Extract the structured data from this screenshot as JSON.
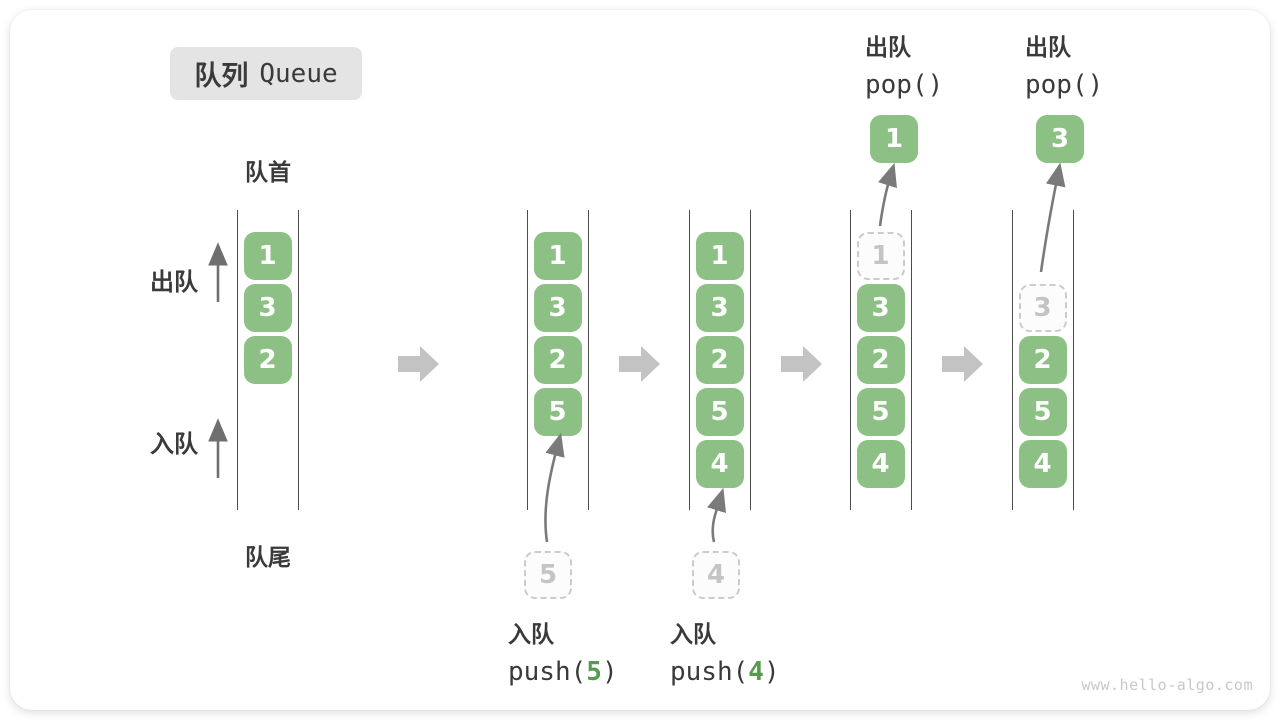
{
  "title": {
    "zh": "队列",
    "en": "Queue"
  },
  "axis": {
    "front": "队首",
    "rear": "队尾"
  },
  "side": {
    "dequeue": "出队",
    "enqueue": "入队"
  },
  "colors": {
    "box_green": "#8dc084",
    "accent_green": "#569b4d",
    "block_arrow_gray": "#c3c3c3",
    "curve_arrow_gray": "#7a7a7a",
    "line_dark": "#4c4c4c"
  },
  "stages": {
    "s1": {
      "cells": [
        "1",
        "3",
        "2"
      ]
    },
    "s2": {
      "cells": [
        "1",
        "3",
        "2",
        "5"
      ],
      "pending": "5",
      "op_zh": "入队",
      "op_fn": "push(",
      "op_arg": "5",
      "op_close": ")"
    },
    "s3": {
      "cells": [
        "1",
        "3",
        "2",
        "5",
        "4"
      ],
      "pending": "4",
      "op_zh": "入队",
      "op_fn": "push(",
      "op_arg": "4",
      "op_close": ")"
    },
    "s4": {
      "ghost": "1",
      "cells": [
        "3",
        "2",
        "5",
        "4"
      ],
      "popped": "1",
      "op_zh": "出队",
      "op_fn": "pop()"
    },
    "s5": {
      "ghost": "3",
      "cells": [
        "2",
        "5",
        "4"
      ],
      "popped": "3",
      "op_zh": "出队",
      "op_fn": "pop()"
    }
  },
  "watermark": "www.hello-algo.com"
}
